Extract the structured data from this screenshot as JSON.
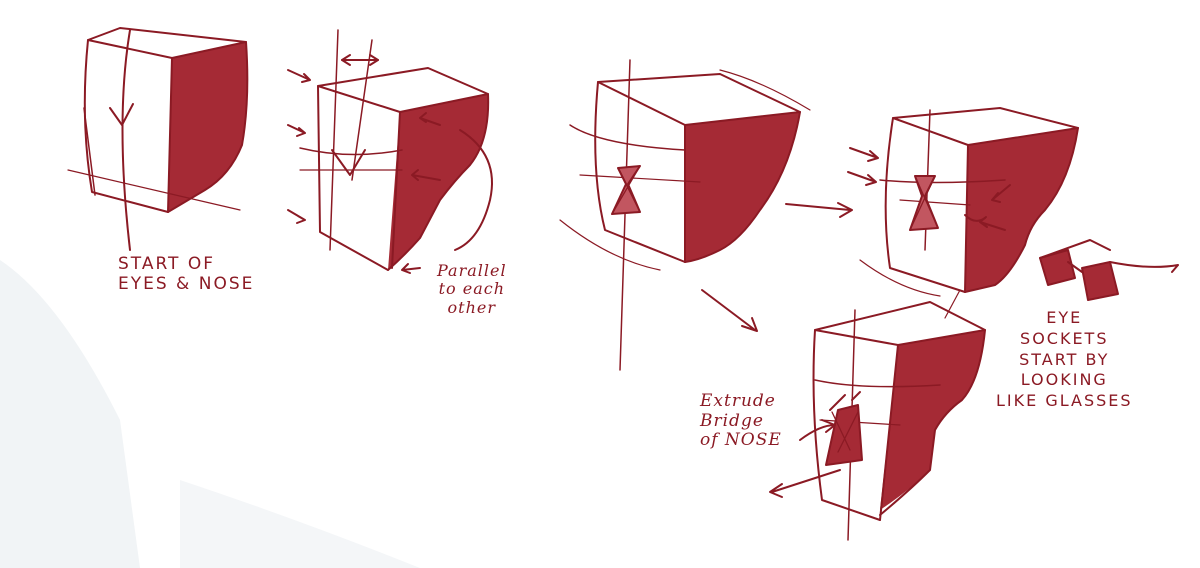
{
  "labels": {
    "start_of_eyes_nose": "START OF\nEYES & NOSE",
    "parallel": "Parallel\nto each\nother",
    "eye_sockets": "EYE\nSOCKETS\nSTART BY\nLOOKING\nLIKE GLASSES",
    "extrude_bridge": "Extrude\nBridge\nof NOSE"
  },
  "colors": {
    "ink": "#8b1a24",
    "fill": "#a52a35",
    "paper": "#ffffff",
    "paper_shade": "#f1f4f6"
  },
  "icons": [
    "arrow-icon",
    "glasses-icon"
  ]
}
